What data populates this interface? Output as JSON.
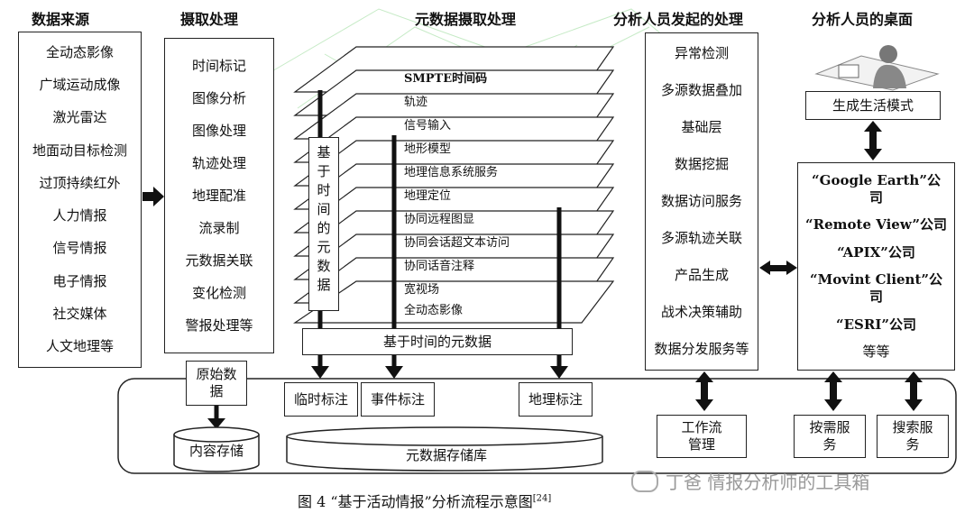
{
  "headers": {
    "sources": "数据来源",
    "ingest": "摄取处理",
    "metadata": "元数据摄取处理",
    "analyst_proc": "分析人员发起的处理",
    "desktop": "分析人员的桌面"
  },
  "sources": [
    "全动态影像",
    "广域运动成像",
    "激光雷达",
    "地面动目标检测",
    "过顶持续红外",
    "人力情报",
    "信号情报",
    "电子情报",
    "社交媒体",
    "人文地理等"
  ],
  "ingest": [
    "时间标记",
    "图像分析",
    "图像处理",
    "轨迹处理",
    "地理配准",
    "流录制",
    "元数据关联",
    "变化检测",
    "警报处理等"
  ],
  "layers": [
    "SMPTE时间码",
    "轨迹",
    "信号输入",
    "地形模型",
    "地理信息系统服务",
    "地理定位",
    "协同远程图显",
    "协同会话超文本访问",
    "协同话音注释",
    "宽视场",
    "全动态影像"
  ],
  "time_meta_vertical": [
    "基",
    "于",
    "时",
    "间",
    "的",
    "元",
    "数",
    "据"
  ],
  "time_meta_bar": "基于时间的元数据",
  "raw_data": "原始数据",
  "content_store": "内容存储",
  "temp_tag": "临时标注",
  "event_tag": "事件标注",
  "geo_tag": "地理标注",
  "meta_store": "元数据存储库",
  "analyst_proc": [
    "异常检测",
    "多源数据叠加",
    "基础层",
    "数据挖掘",
    "数据访问服务",
    "多源轨迹关联",
    "产品生成",
    "战术决策辅助",
    "数据分发服务等"
  ],
  "life_mode": "生成生活模式",
  "companies": [
    "“Google Earth”公司",
    "“Remote View”公司",
    "“APIX”公司",
    "“Movint Client”公司",
    "“ESRI”公司",
    "等等"
  ],
  "workflow": "工作流管理",
  "on_demand": "按需服务",
  "search": "搜索服务",
  "caption": "图 4 “基于活动情报”分析流程示意图",
  "caption_ref": "[24]",
  "watermark": "丁爸 情报分析师的工具箱"
}
